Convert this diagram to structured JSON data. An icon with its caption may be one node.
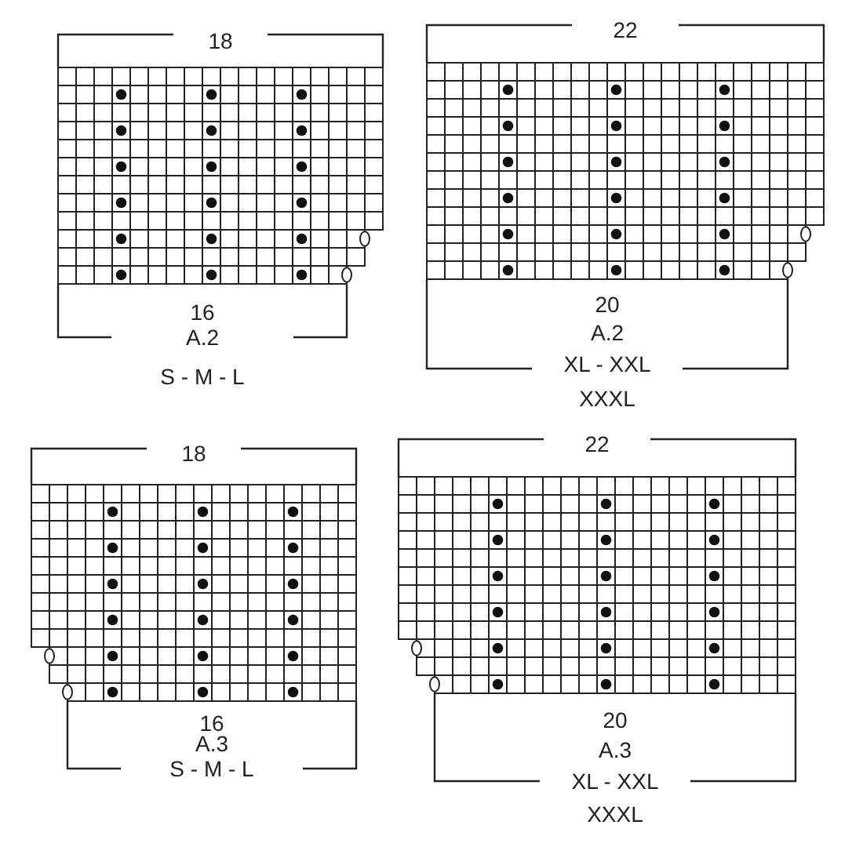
{
  "diagram": {
    "labels": [
      "18",
      "16",
      "A.2",
      "S - M - L",
      "22",
      "20",
      "A.2",
      "XL - XXL",
      "XXXL",
      "18",
      "16",
      "A.3",
      "S - M - L",
      "22",
      "20",
      "A.3",
      "XL - XXL",
      "XXXL"
    ]
  }
}
